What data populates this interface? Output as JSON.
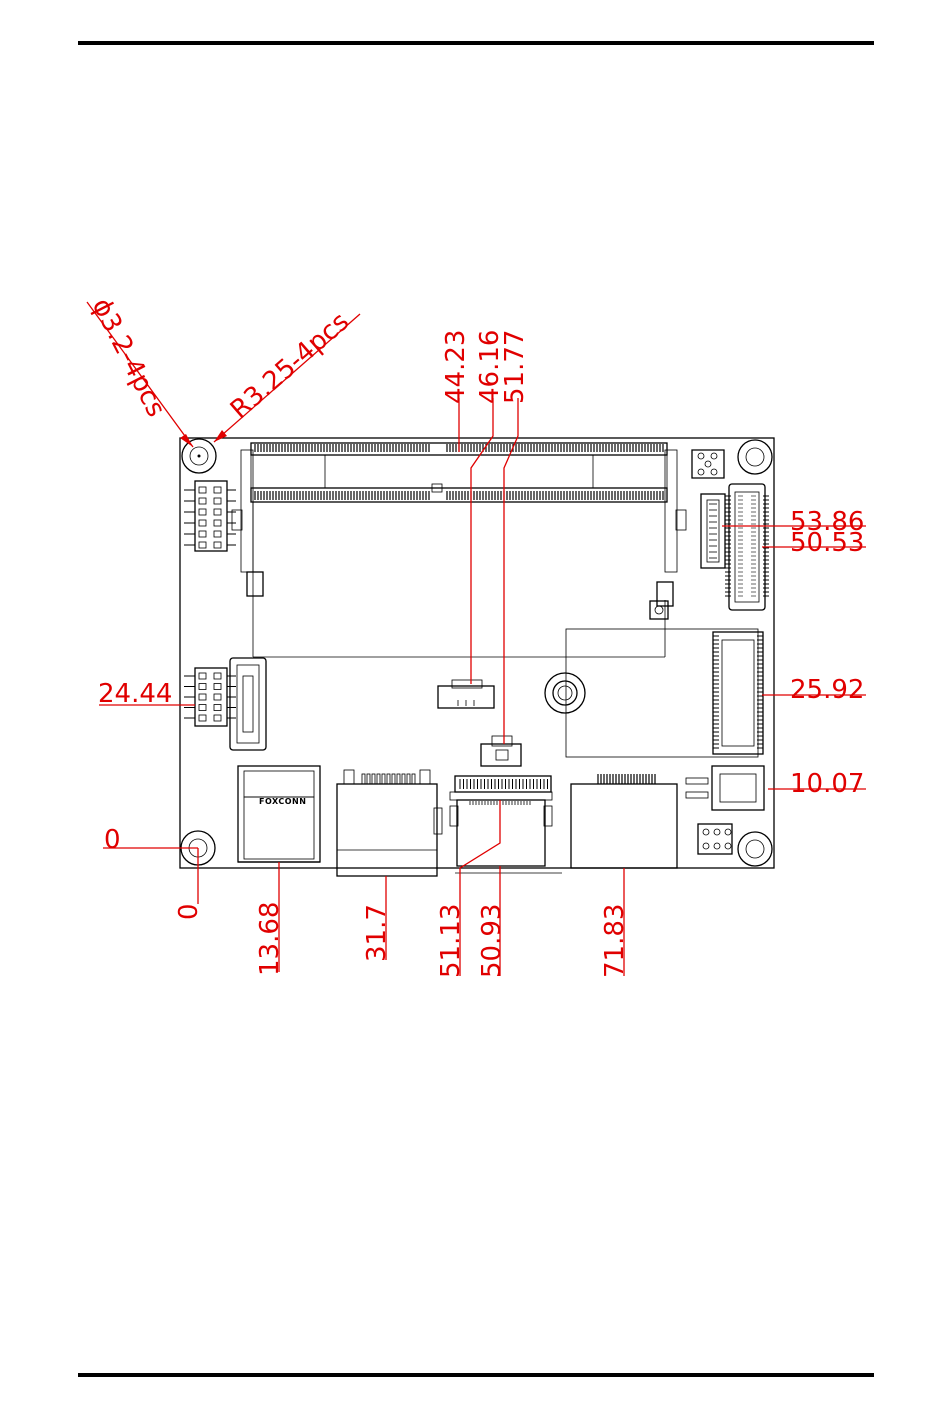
{
  "labels": {
    "hole_dia": "ϕ3.2-4pcs",
    "hole_radius": "R3.25-4pcs",
    "brand": "FOXCONN"
  },
  "dimensions": {
    "top": [
      "44.23",
      "46.16",
      "51.77"
    ],
    "right": [
      "53.86",
      "50.53",
      "25.92",
      "10.07"
    ],
    "left": [
      "24.44",
      "0"
    ],
    "bottom": [
      "0",
      "13.68",
      "31.7",
      "51.13",
      "50.93",
      "71.83"
    ]
  },
  "colors": {
    "dimension": "#e00000",
    "outline": "#000000"
  }
}
